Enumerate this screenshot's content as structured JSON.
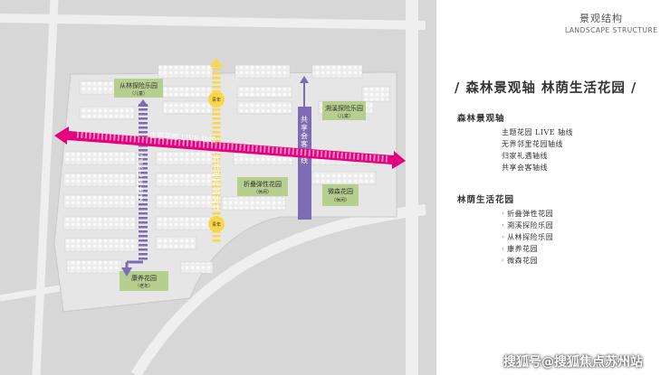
{
  "header": {
    "title_cn": "景观结构",
    "title_en": "LANDSCAPE STRUCTURE"
  },
  "panel": {
    "headline": "/ 森林景观轴  林荫生活花园 /",
    "axis_section": {
      "title": "森林景观轴",
      "items": [
        "主题花园 LIVE 轴线",
        "无界邻里花园轴线",
        "归家礼遇轴线",
        "共享会客轴线"
      ]
    },
    "garden_section": {
      "title": "林荫生活花园",
      "items": [
        "· 折叠弹性花园",
        "· 溯溪探险乐园",
        "· 从林探险乐园",
        "· 康养花园",
        "· 微森花园"
      ]
    }
  },
  "map": {
    "axes": {
      "live": "主题花园 LIVE 轴线",
      "neighbor": "无界邻里花园轴线",
      "home": "归家礼遇轴线",
      "share": "共享会客轴线"
    },
    "nodes": {
      "top": "青年",
      "bottom": "青年"
    },
    "gardens": [
      {
        "name": "从林探险乐园",
        "sub": "（儿童）"
      },
      {
        "name": "溯溪探险乐园",
        "sub": "（儿童）"
      },
      {
        "name": "折叠弹性花园",
        "sub": "（休闲）"
      },
      {
        "name": "微森花园",
        "sub": "（休闲）"
      },
      {
        "name": "康养花园",
        "sub": "（老年）"
      }
    ],
    "colors": {
      "live": "#e4007f",
      "neighbor": "#f9d64a",
      "home": "#7d6bb3",
      "share": "#7d6bb3",
      "garden": "#b6cf8e",
      "site": "#e7e7e7"
    }
  },
  "watermark": "搜狐号@搜狐焦点苏州站"
}
